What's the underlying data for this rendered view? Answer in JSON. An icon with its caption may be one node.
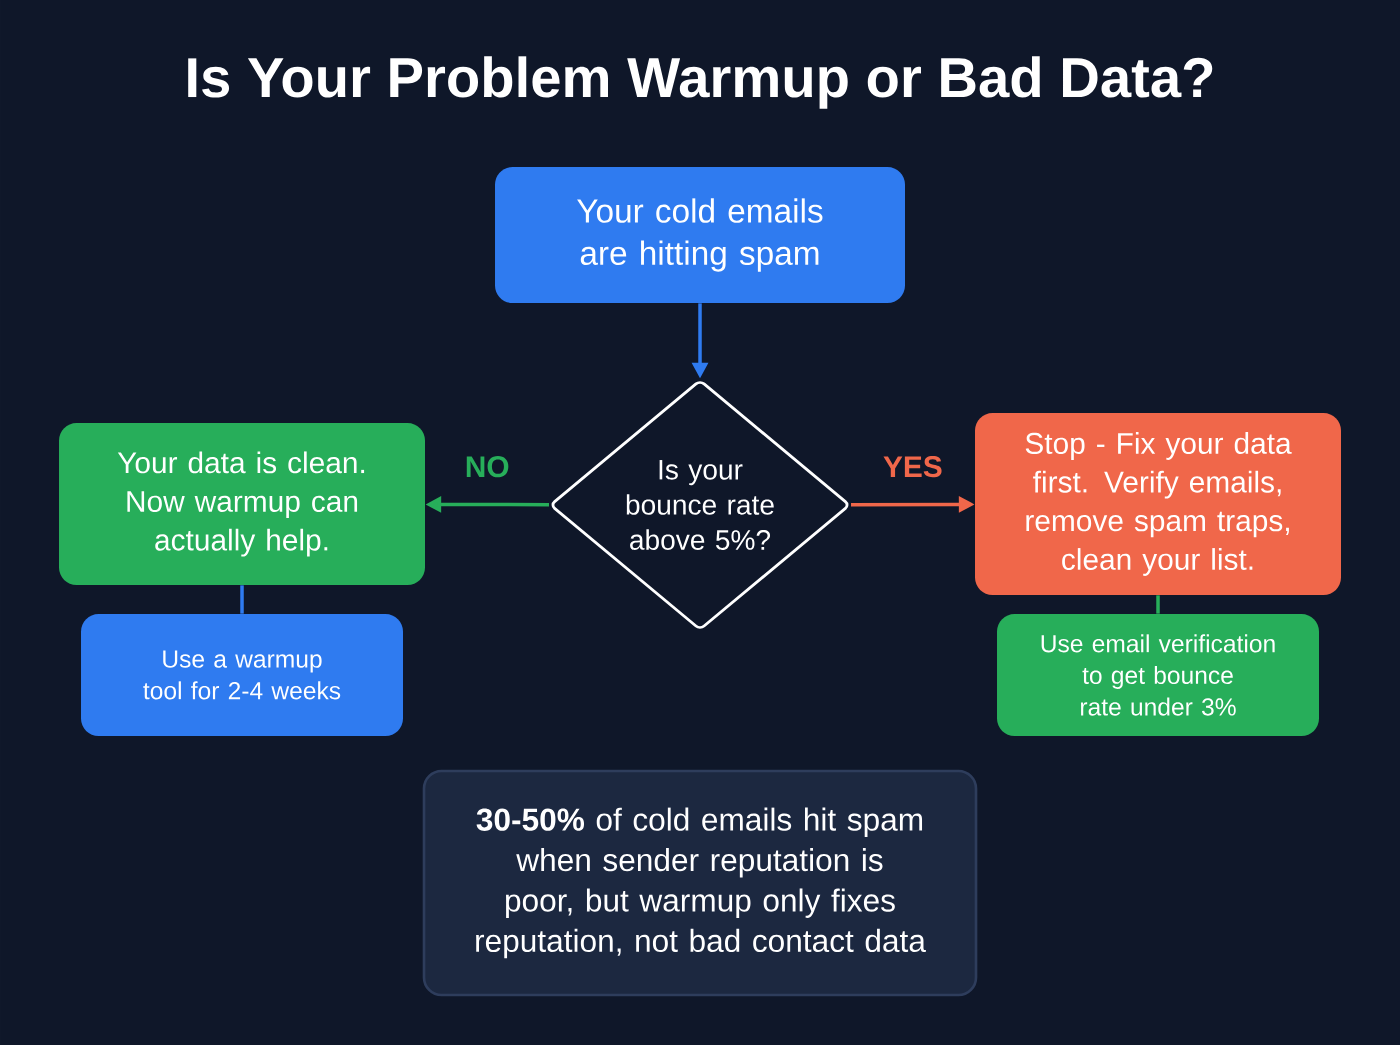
{
  "diagram": {
    "title": "Is Your Problem Warmup or Bad Data?",
    "nodes": [
      {
        "text": [
          "Your cold emails are hitting spam"
        ]
      },
      {
        "text": [
          "Is your bounce rate above 5%?"
        ]
      },
      {
        "text": [
          "Your data is clean. Now warmup can actually help."
        ]
      },
      {
        "text": [
          "Use a warmup tool for 2-4 weeks"
        ]
      },
      {
        "text": [
          "Stop - Fix your data first. Verify emails, remove spam traps, clean your list."
        ]
      },
      {
        "text": [
          "Use email verification to get bounce rate under 3%"
        ]
      },
      {
        "text": [
          "**30-50%** of cold emails hit spam when sender reputation is poor, but warmup only fixes reputation, not bad contact data"
        ]
      }
    ],
    "edges": [
      {
        "from": 0,
        "to": 1,
        "arrow": "to",
        "color": "#2f7bf0"
      },
      {
        "from": 1,
        "to": 2,
        "arrow": "to",
        "label": "NO",
        "color": "#27ae5a"
      },
      {
        "from": 1,
        "to": 4,
        "arrow": "to",
        "label": "YES",
        "color": "#f0674a"
      },
      {
        "from": 2,
        "to": 3,
        "arrow": "none",
        "color": "#2f7bf0"
      },
      {
        "from": 4,
        "to": 5,
        "arrow": "none",
        "color": "#27ae5a"
      }
    ]
  }
}
